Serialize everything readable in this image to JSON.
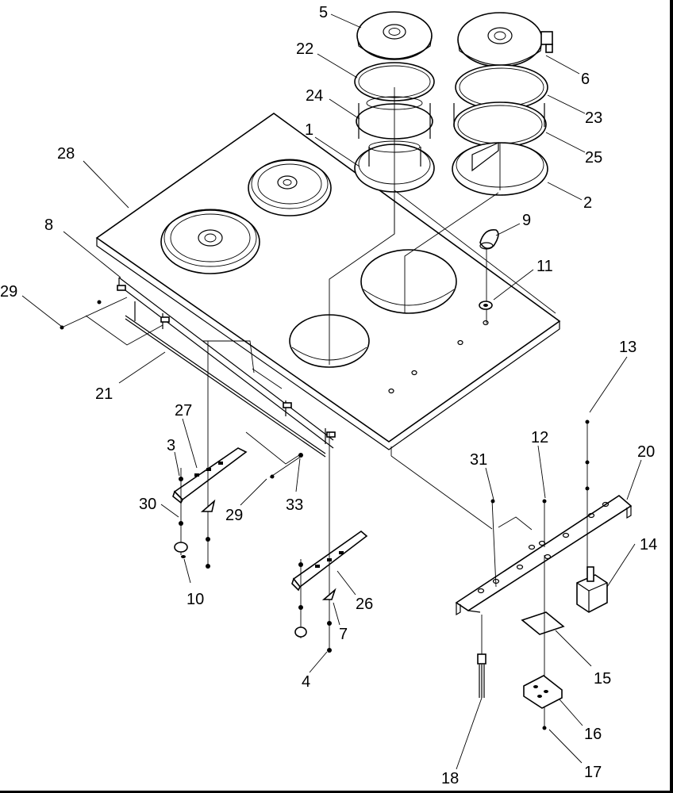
{
  "callouts": {
    "c1": "1",
    "c2": "2",
    "c3": "3",
    "c4": "4",
    "c5": "5",
    "c6": "6",
    "c7": "7",
    "c8": "8",
    "c9": "9",
    "c10": "10",
    "c11": "11",
    "c12": "12",
    "c13": "13",
    "c14": "14",
    "c15": "15",
    "c16": "16",
    "c17": "17",
    "c18": "18",
    "c20": "20",
    "c21": "21",
    "c22": "22",
    "c23": "23",
    "c24": "24",
    "c25": "25",
    "c26": "26",
    "c27": "27",
    "c28": "28",
    "c29a": "29",
    "c29b": "29",
    "c30": "30",
    "c31": "31",
    "c33": "33"
  }
}
